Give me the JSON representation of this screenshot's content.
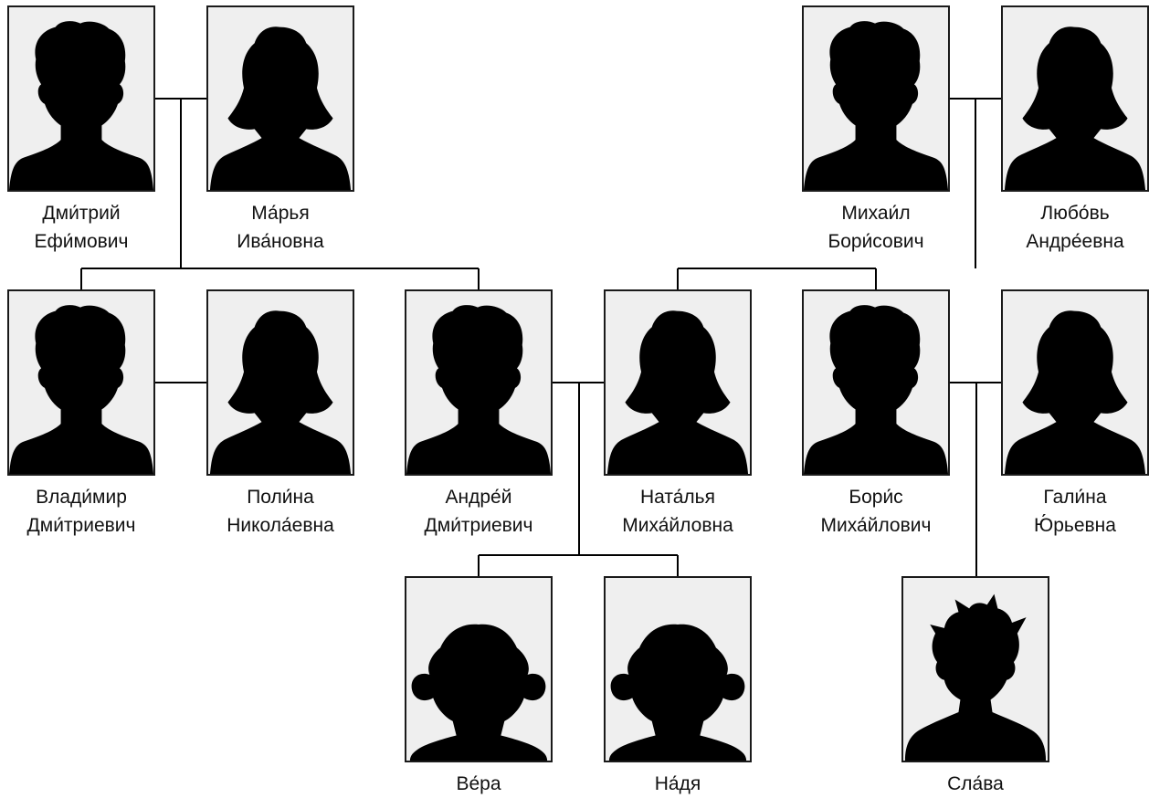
{
  "people": [
    {
      "id": "dmitry",
      "first": "Дми́трий",
      "second": "Ефи́мович",
      "silhouette": "man"
    },
    {
      "id": "marya",
      "first": "Ма́рья",
      "second": "Ива́новна",
      "silhouette": "woman"
    },
    {
      "id": "mikhail",
      "first": "Михаи́л",
      "second": "Бори́сович",
      "silhouette": "man"
    },
    {
      "id": "lyubov",
      "first": "Любо́вь",
      "second": "Андре́евна",
      "silhouette": "woman"
    },
    {
      "id": "vladimir",
      "first": "Влади́мир",
      "second": "Дми́триевич",
      "silhouette": "man"
    },
    {
      "id": "polina",
      "first": "Поли́на",
      "second": "Никола́евна",
      "silhouette": "woman"
    },
    {
      "id": "andrey",
      "first": "Андре́й",
      "second": "Дми́триевич",
      "silhouette": "man"
    },
    {
      "id": "natalya",
      "first": "Ната́лья",
      "second": "Миха́йловна",
      "silhouette": "woman"
    },
    {
      "id": "boris",
      "first": "Бори́с",
      "second": "Миха́йлович",
      "silhouette": "man"
    },
    {
      "id": "galina",
      "first": "Гали́на",
      "second": "Ю́рьевна",
      "silhouette": "woman"
    },
    {
      "id": "vera",
      "first": "Ве́ра",
      "second": "",
      "silhouette": "girl"
    },
    {
      "id": "nadya",
      "first": "На́дя",
      "second": "",
      "silhouette": "girl"
    },
    {
      "id": "slava",
      "first": "Сла́ва",
      "second": "",
      "silhouette": "boy"
    }
  ],
  "couples": [
    {
      "partners": [
        "dmitry",
        "marya"
      ],
      "children": [
        "vladimir",
        "andrey"
      ]
    },
    {
      "partners": [
        "mikhail",
        "lyubov"
      ],
      "children": [
        "natalya",
        "boris"
      ]
    },
    {
      "partners": [
        "vladimir",
        "polina"
      ],
      "children": []
    },
    {
      "partners": [
        "andrey",
        "natalya"
      ],
      "children": [
        "vera",
        "nadya"
      ]
    },
    {
      "partners": [
        "boris",
        "galina"
      ],
      "children": [
        "slava"
      ]
    }
  ],
  "colors": {
    "frame": "#1a1a1a",
    "photo_bg": "#efefef",
    "silhouette": "#000000",
    "line": "#000000"
  }
}
